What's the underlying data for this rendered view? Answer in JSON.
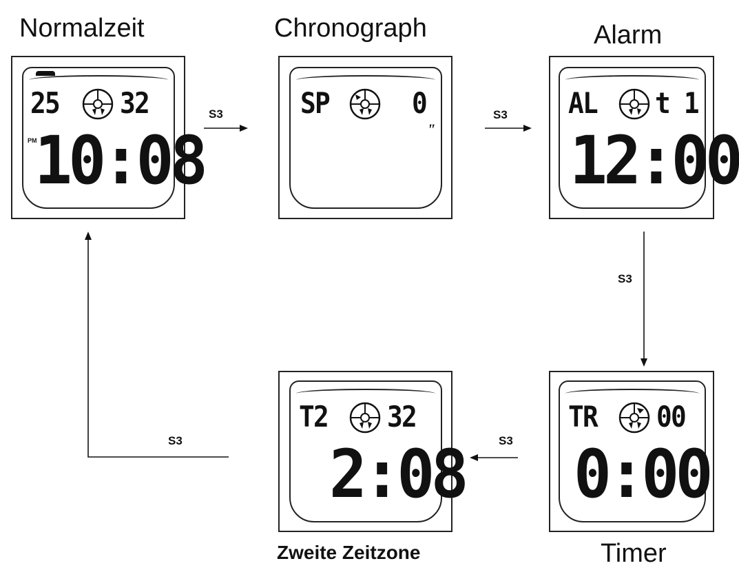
{
  "titles": {
    "normalzeit": "Normalzeit",
    "chronograph": "Chronograph",
    "alarm": "Alarm",
    "timer": "Timer",
    "zweite": "Zweite Zeitzone"
  },
  "button_label": "S3",
  "displays": {
    "normalzeit": {
      "top_left": "25",
      "top_right": "32",
      "indicator": "PM",
      "main": "10:08"
    },
    "chronograph": {
      "top_left": "SP",
      "top_right": "0",
      "unit": "\""
    },
    "alarm": {
      "top_left": "AL",
      "top_right": "t 1",
      "main": "12:00"
    },
    "timer": {
      "top_left": "TR",
      "top_right": "00",
      "main": "0:00"
    },
    "zweite": {
      "top_left": "T2",
      "top_right": "32",
      "main": "2:08"
    }
  },
  "icon_name": "mode-dial-icon",
  "colors": {
    "ink": "#111111",
    "background": "#ffffff"
  }
}
